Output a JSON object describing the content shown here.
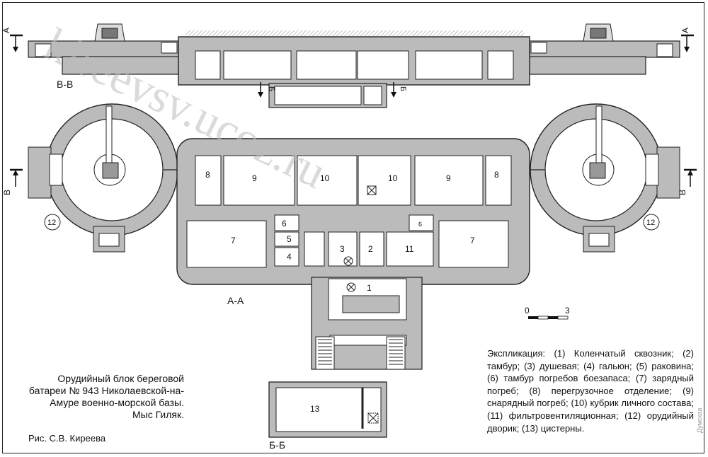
{
  "sections": {
    "plan": "А-А",
    "section_v": "В-В",
    "section_b": "Б-Б",
    "marker_a": "А",
    "marker_b": "Б",
    "marker_v": "В"
  },
  "rooms": {
    "r1": "1",
    "r2": "2",
    "r3": "3",
    "r4": "4",
    "r5": "5",
    "r6": "6",
    "r7": "7",
    "r8": "8",
    "r9": "9",
    "r10": "10",
    "r11": "11",
    "r12": "12",
    "r13": "13"
  },
  "scale": {
    "start": "0",
    "end": "3"
  },
  "caption": "Орудийный блок береговой батареи № 943 Николаевской-на-Амуре военно-морской базы. Мыс Гиляк.",
  "author": "Рис. С.В. Киреева",
  "legend": "Экспликация: (1) Коленчатый сквозник; (2) тамбур; (3) душевая; (4) гальюн; (5) раковина; (6) тамбур погребов боезапаса; (7) зарядный погреб; (8) перегрузочное отделение; (9) снарядный погреб; (10) кубрик личного состава; (11) фильтровентиляционная; (12) орудийный дворик; (13) цистерны.",
  "watermark": "kireevsv.ucoz.ru",
  "site_mark": "Думскаа"
}
